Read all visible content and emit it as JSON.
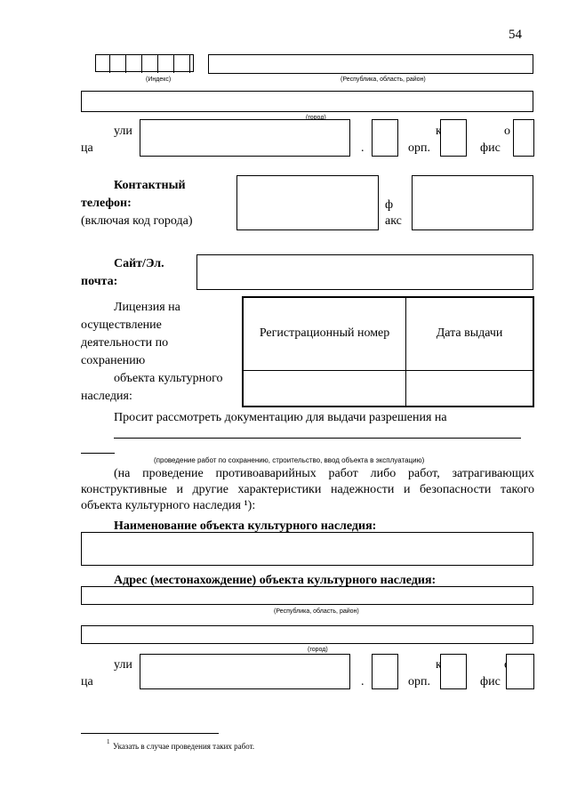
{
  "page_number": "54",
  "index_caption": "(Индекс)",
  "region_caption": "(Республика, область, район)",
  "city_caption": "(город)",
  "street": {
    "line1": "ули",
    "line2": "ца"
  },
  "house_mark": ".",
  "building_label": {
    "line1": "к",
    "line2": "орп."
  },
  "office_label": {
    "line1": "о",
    "line2": "фис"
  },
  "contact_phone": {
    "line1": "Контактный",
    "line2": "телефон:",
    "note": "(включая код города)"
  },
  "fax_label": {
    "line1": "ф",
    "line2": "акс"
  },
  "site_email": {
    "line1": "Сайт/Эл.",
    "line2": "почта:"
  },
  "license": {
    "label_lines": [
      "Лицензия на",
      "осуществление",
      "деятельности по",
      "сохранению",
      "объекта культурного",
      "наследия:"
    ],
    "col_reg_number": "Регистрационный номер",
    "col_issue_date": "Дата выдачи"
  },
  "request_text": "Просит рассмотреть документацию для выдачи разрешения на",
  "works_caption": "(проведение работ по сохранению, строительство, ввод объекта в эксплуатацию)",
  "emergency_note": "(на проведение противоаварийных работ либо работ, затрагивающих конструктивные и другие характеристики надежности и безопасности такого объекта культурного наследия ¹):",
  "object_name_heading": "Наименование объекта культурного наследия:",
  "object_address_heading": "Адрес (местонахождение) объекта культурного наследия:",
  "address2": {
    "region_caption": "(Республика, область, район)",
    "city_caption": "(город)"
  },
  "footnote": {
    "mark": "1",
    "text": "Указать в случае проведения таких работ."
  }
}
